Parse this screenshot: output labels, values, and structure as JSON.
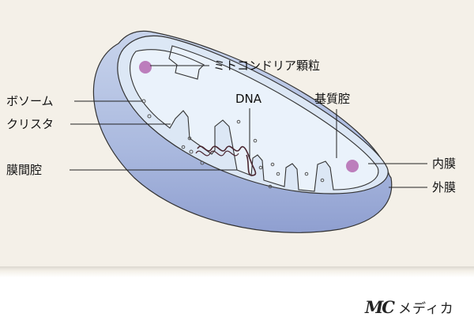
{
  "labels": {
    "granule": "ミトコンドリア顆粒",
    "ribosome": "ボソーム",
    "crista": "クリスタ",
    "intermembrane": "膜間腔",
    "dna": "DNA",
    "matrix": "基質腔",
    "inner_membrane": "内膜",
    "outer_membrane": "外膜"
  },
  "logo": {
    "mark": "MC",
    "name": "メディカ"
  },
  "colors": {
    "background": "#f4f0e8",
    "outer_membrane": "#a9b8de",
    "inner_space": "#dce7f5",
    "matrix": "#eaf2fb",
    "granule": "#b46ab0",
    "dna": "#4a2630"
  }
}
